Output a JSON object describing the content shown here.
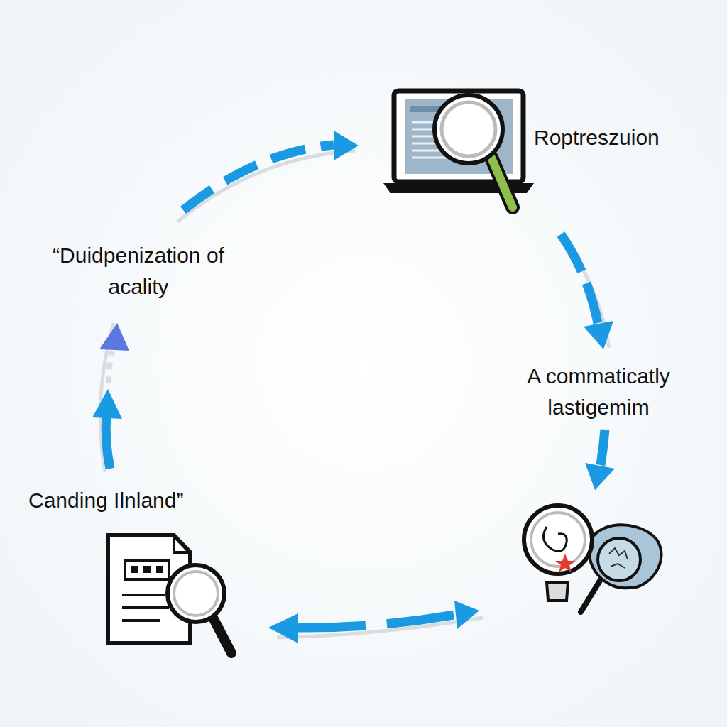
{
  "diagram": {
    "labels": [
      "Roptreszuion",
      "A commaticatly lastigemim",
      "Canding Ilnland”",
      "“Duidpenization of acality"
    ]
  }
}
